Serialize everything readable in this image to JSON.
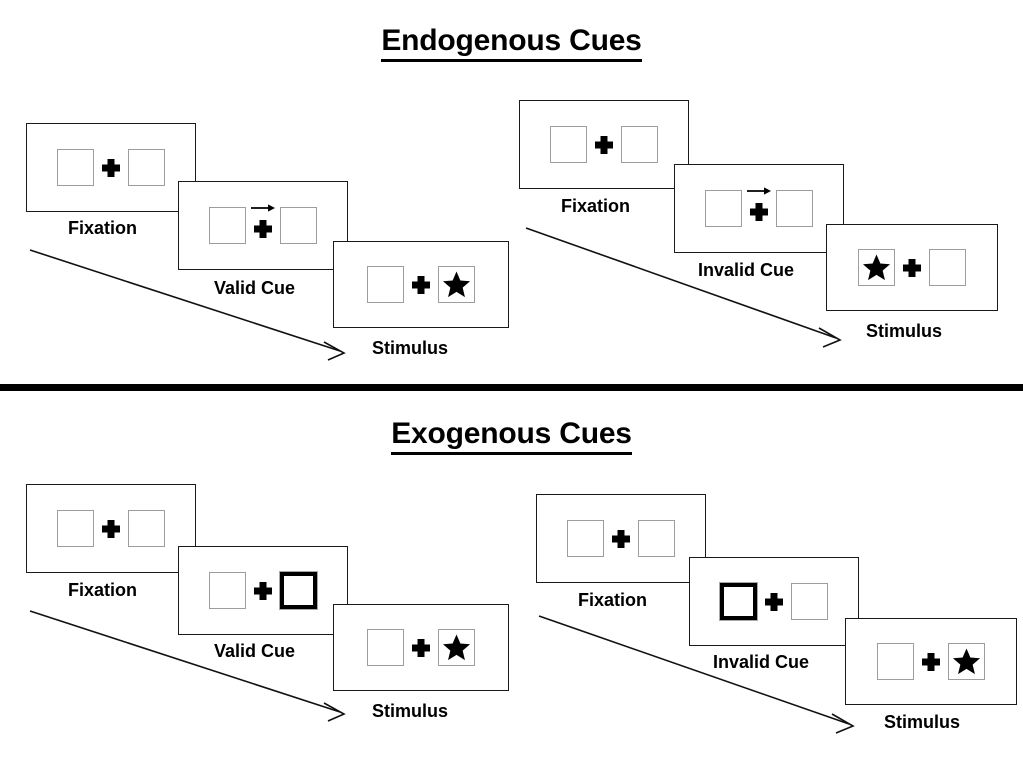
{
  "figure": {
    "title_endogenous": "Endogenous Cues",
    "title_exogenous": "Exogenous Cues",
    "colors": {
      "frame": "#1a1a1a",
      "box_border": "#9d9d9d",
      "cued_box_border": "#000000",
      "ink": "#000000",
      "background": "#ffffff"
    }
  },
  "sections": [
    {
      "id": "endogenous",
      "title": "Endogenous Cues",
      "cue_type": "central arrow",
      "conditions": [
        {
          "id": "endogenous-valid",
          "validity": "valid",
          "panels": [
            {
              "caption": "Fixation",
              "left_box": "empty",
              "right_box": "empty",
              "center": "fixation-cross",
              "arrow_cue": "none",
              "cued_side": "none"
            },
            {
              "caption": "Valid Cue",
              "left_box": "empty",
              "right_box": "empty",
              "center": "fixation-cross-with-arrow",
              "arrow_cue": "right",
              "cued_side": "right"
            },
            {
              "caption": "Stimulus",
              "left_box": "empty",
              "right_box": "star",
              "center": "fixation-cross",
              "arrow_cue": "none",
              "target_side": "right"
            }
          ]
        },
        {
          "id": "endogenous-invalid",
          "validity": "invalid",
          "panels": [
            {
              "caption": "Fixation",
              "left_box": "empty",
              "right_box": "empty",
              "center": "fixation-cross",
              "arrow_cue": "none",
              "cued_side": "none"
            },
            {
              "caption": "Invalid Cue",
              "left_box": "empty",
              "right_box": "empty",
              "center": "fixation-cross-with-arrow",
              "arrow_cue": "right",
              "cued_side": "right"
            },
            {
              "caption": "Stimulus",
              "left_box": "star",
              "right_box": "empty",
              "center": "fixation-cross",
              "arrow_cue": "none",
              "target_side": "left"
            }
          ]
        }
      ]
    },
    {
      "id": "exogenous",
      "title": "Exogenous Cues",
      "cue_type": "peripheral box flash",
      "conditions": [
        {
          "id": "exogenous-valid",
          "validity": "valid",
          "panels": [
            {
              "caption": "Fixation",
              "left_box": "empty",
              "right_box": "empty",
              "center": "fixation-cross",
              "arrow_cue": "none",
              "cued_side": "none"
            },
            {
              "caption": "Valid Cue",
              "left_box": "empty",
              "right_box": "highlighted",
              "center": "fixation-cross",
              "arrow_cue": "none",
              "cued_side": "right"
            },
            {
              "caption": "Stimulus",
              "left_box": "empty",
              "right_box": "star",
              "center": "fixation-cross",
              "arrow_cue": "none",
              "target_side": "right"
            }
          ]
        },
        {
          "id": "exogenous-invalid",
          "validity": "invalid",
          "panels": [
            {
              "caption": "Fixation",
              "left_box": "empty",
              "right_box": "empty",
              "center": "fixation-cross",
              "arrow_cue": "none",
              "cued_side": "none"
            },
            {
              "caption": "Invalid Cue",
              "left_box": "highlighted",
              "right_box": "empty",
              "center": "fixation-cross",
              "arrow_cue": "none",
              "cued_side": "left"
            },
            {
              "caption": "Stimulus",
              "left_box": "empty",
              "right_box": "star",
              "center": "fixation-cross",
              "arrow_cue": "none",
              "target_side": "right"
            }
          ]
        }
      ]
    }
  ],
  "captions": {
    "fixation": "Fixation",
    "valid_cue": "Valid Cue",
    "invalid_cue": "Invalid Cue",
    "stimulus": "Stimulus"
  },
  "flow_arrows": [
    {
      "id": "flow-endogenous-valid",
      "direction": "down-right"
    },
    {
      "id": "flow-endogenous-invalid",
      "direction": "down-right"
    },
    {
      "id": "flow-exogenous-valid",
      "direction": "down-right"
    },
    {
      "id": "flow-exogenous-invalid",
      "direction": "down-right"
    }
  ]
}
